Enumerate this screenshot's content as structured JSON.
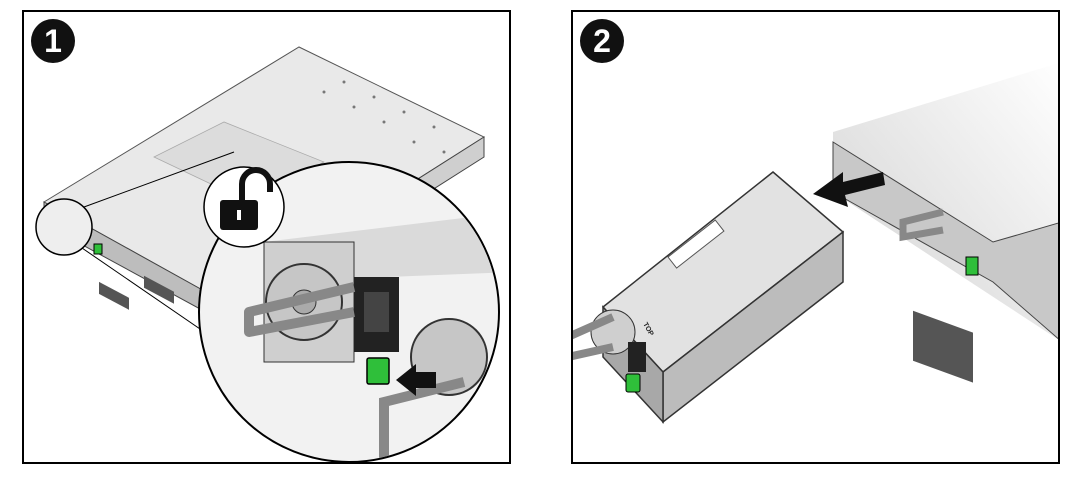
{
  "steps": [
    {
      "number": "1",
      "icon": "unlock-icon"
    },
    {
      "number": "2",
      "icon": "pull-arrow-icon"
    }
  ],
  "psu": {
    "top_label": "TOP"
  },
  "colors": {
    "latch_green": "#2fbf3a",
    "frame": "#000000",
    "chassis": "#e6e6e6"
  }
}
